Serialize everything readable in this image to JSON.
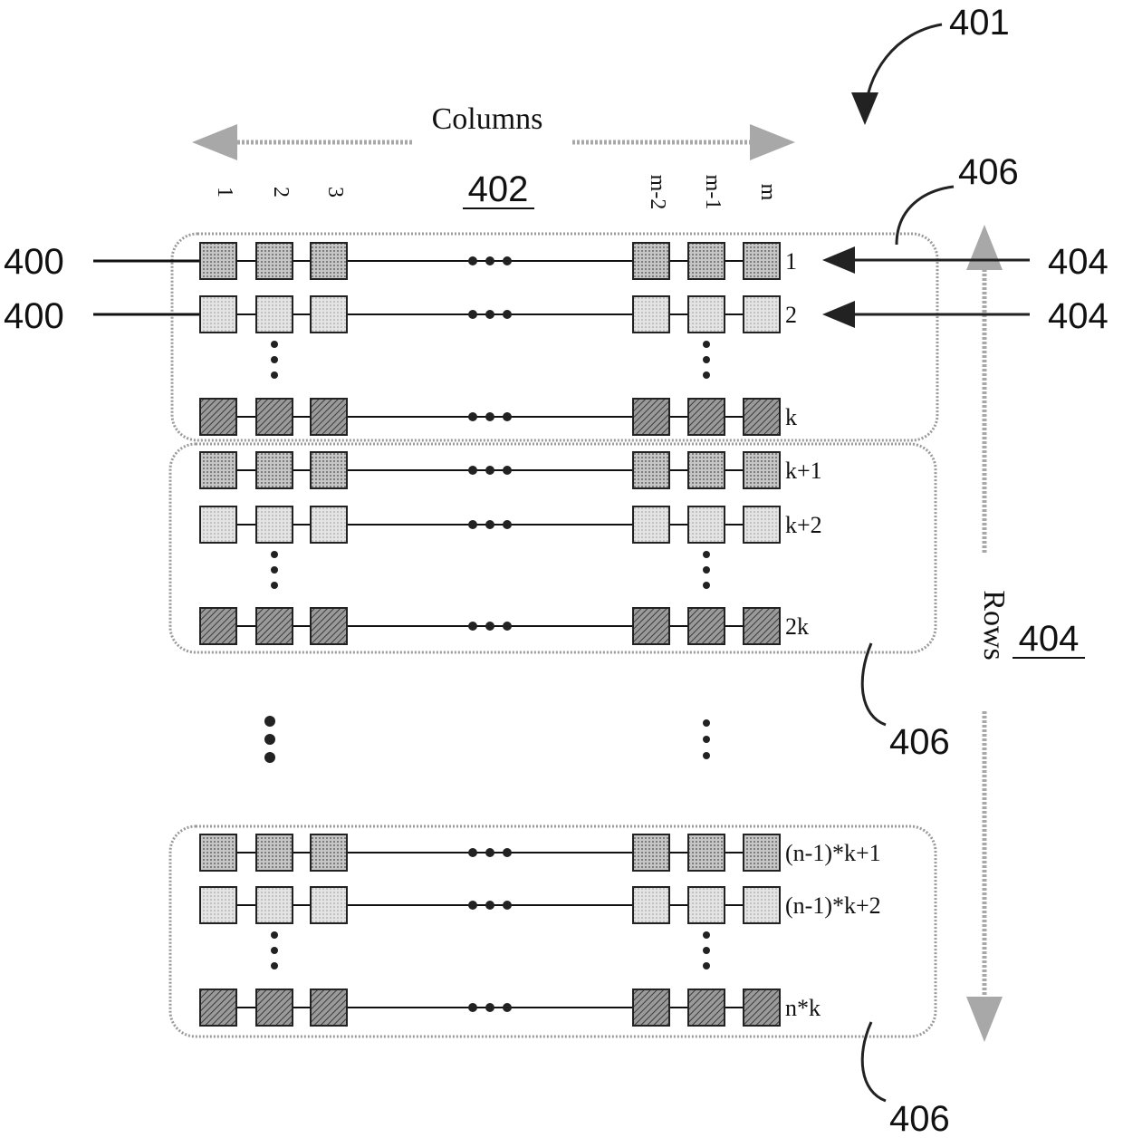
{
  "refs": {
    "array": "401",
    "columns_ref": "402",
    "rows_ref": "404",
    "row_line_ref": "404",
    "cell_ref": "400",
    "group_ref": "406"
  },
  "axis_titles": {
    "columns": "Columns",
    "rows": "Rows"
  },
  "column_labels": [
    "1",
    "2",
    "3",
    "m-2",
    "m-1",
    "m"
  ],
  "groups": [
    {
      "row_labels": [
        "1",
        "2",
        "k"
      ]
    },
    {
      "row_labels": [
        "k+1",
        "k+2",
        "2k"
      ]
    },
    {
      "row_labels": [
        "(n-1)*k+1",
        "(n-1)*k+2",
        "n*k"
      ]
    }
  ],
  "colors": {
    "cell_light": "#d8d8d8",
    "cell_medium": "#bdbdbd",
    "cell_dark": "#8e8e8e",
    "outline": "#222222",
    "group_border": "#9a9a9a"
  }
}
